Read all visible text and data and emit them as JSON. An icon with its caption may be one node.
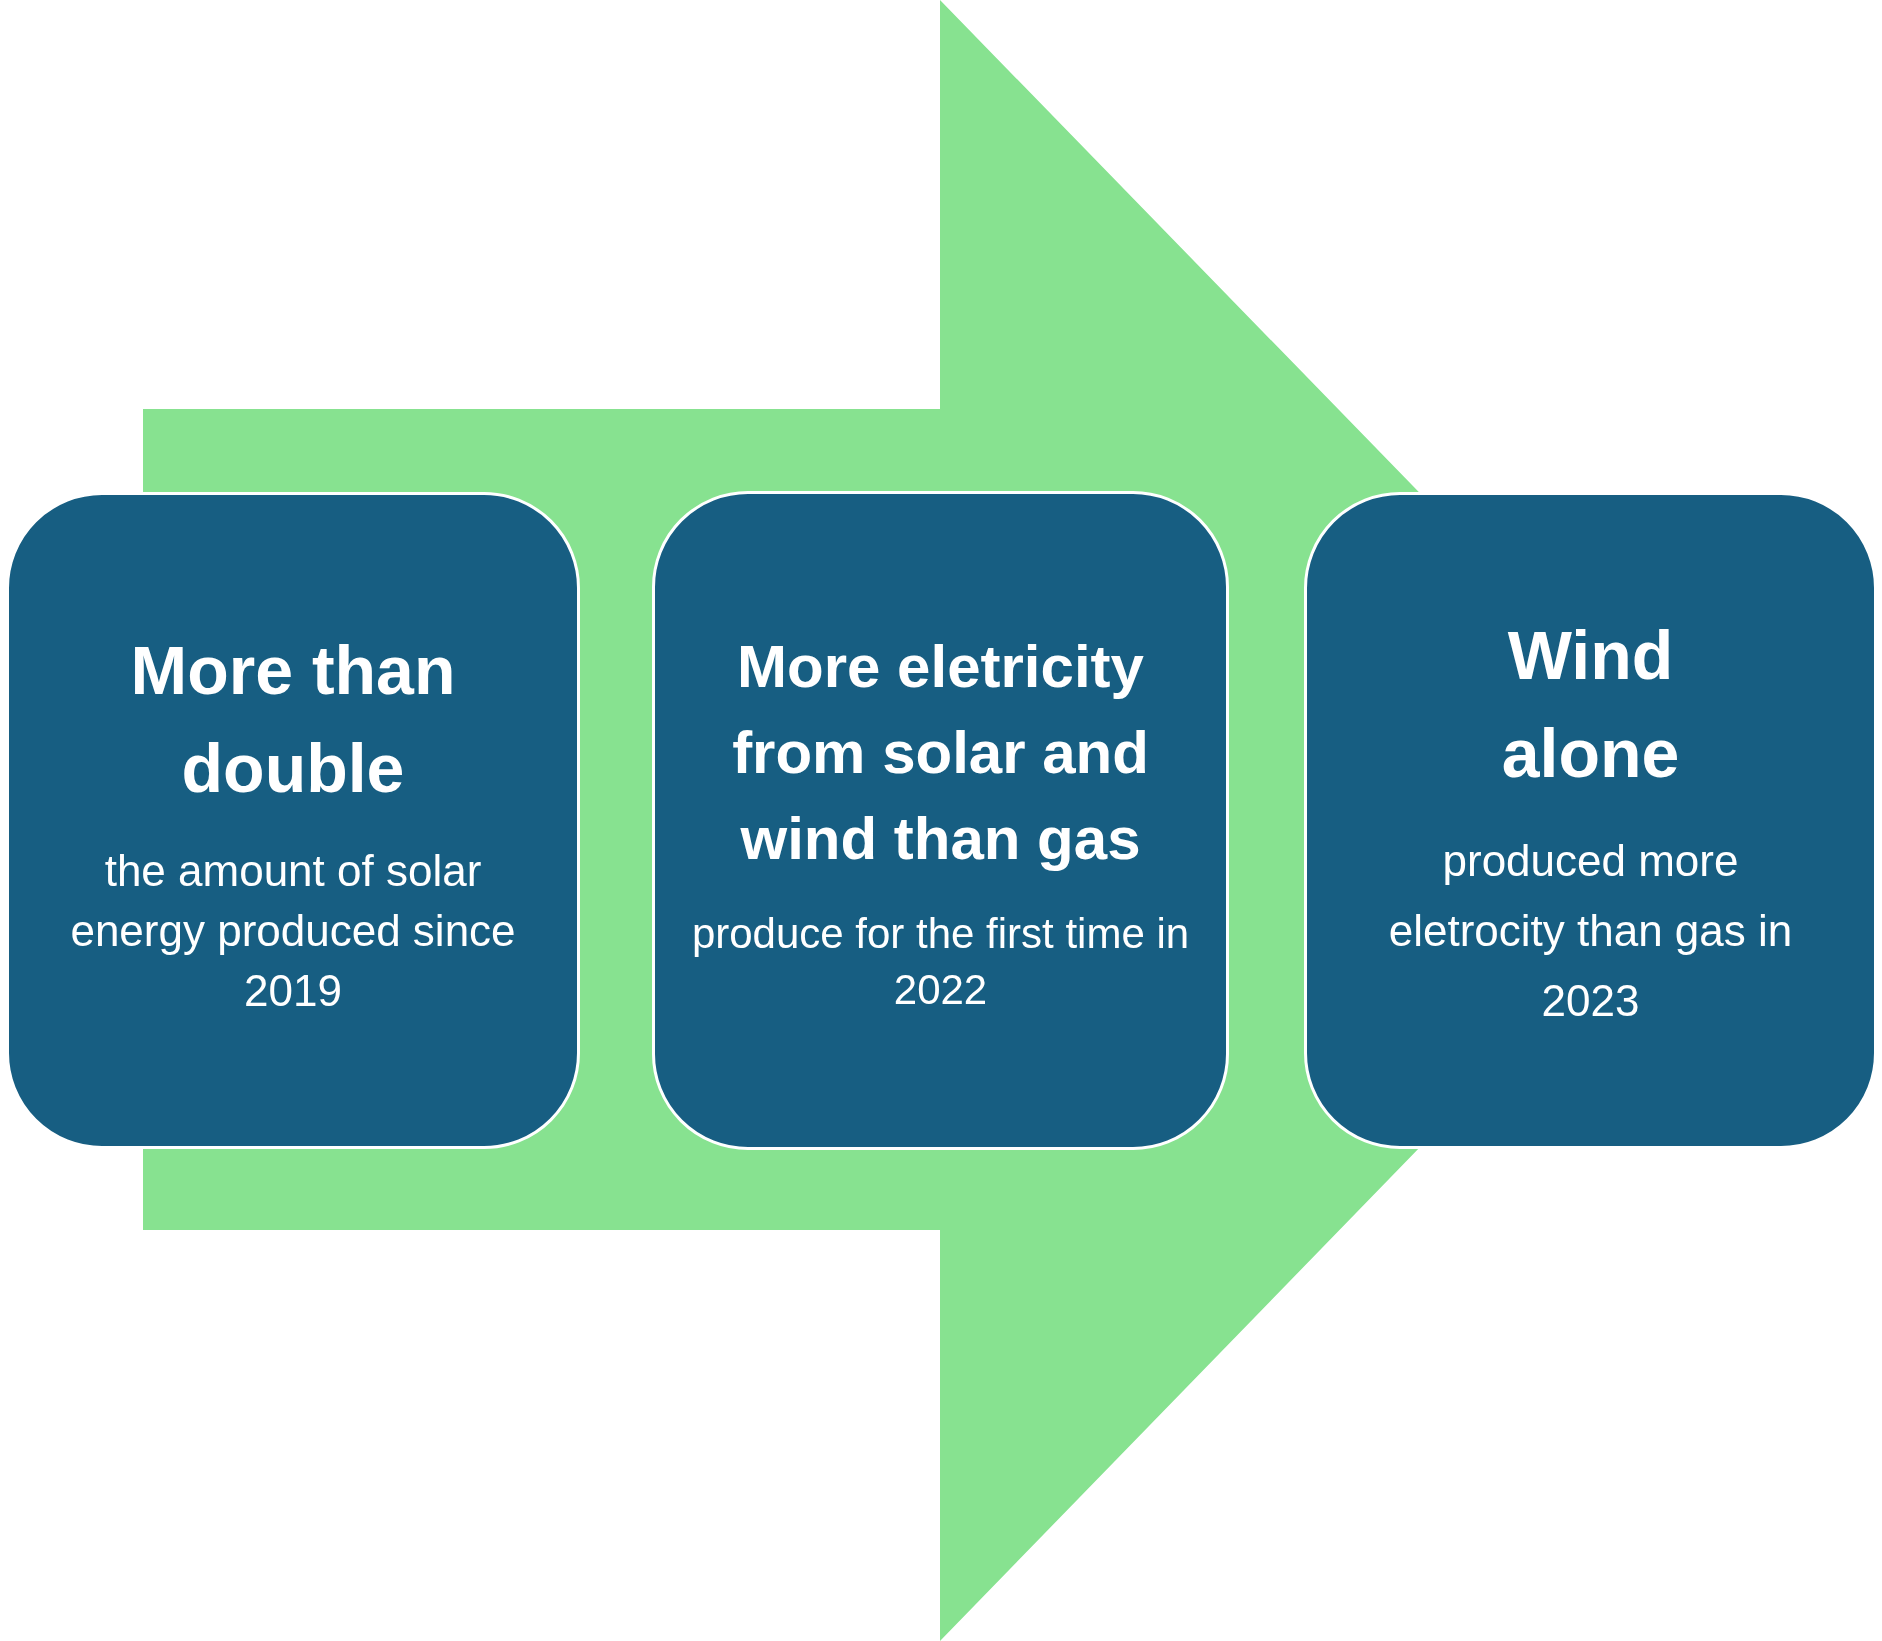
{
  "diagram": {
    "nodes": [
      {
        "text": [
          "More than double",
          "the amount of solar energy produced since 2019"
        ]
      },
      {
        "text": [
          "More eletricity from solar and wind than gas",
          "produce for the first time in 2022"
        ]
      },
      {
        "text": [
          "Wind alone",
          "produced more eletrocity than gas in 2023"
        ]
      }
    ],
    "edges": [
      {
        "from": 0,
        "to": 2,
        "arrow": "to"
      }
    ]
  }
}
